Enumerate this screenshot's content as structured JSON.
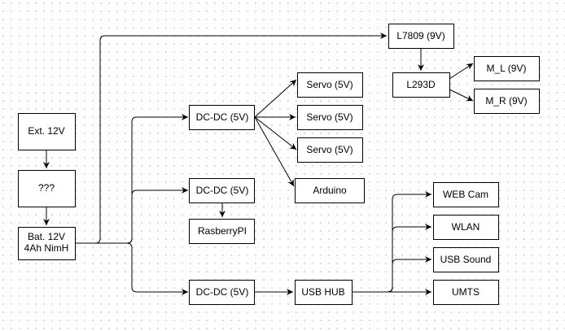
{
  "nodes": {
    "ext": "Ext. 12V",
    "unknown": "???",
    "battery_line1": "Bat. 12V",
    "battery_line2": "4Ah NimH",
    "dcdc1": "DC-DC (5V)",
    "dcdc2": "DC-DC (5V)",
    "dcdc3": "DC-DC (5V)",
    "rpi": "RasberryPI",
    "servo1": "Servo (5V)",
    "servo2": "Servo (5V)",
    "servo3": "Servo (5V)",
    "arduino": "Arduino",
    "l7809": "L7809 (9V)",
    "l293d": "L293D",
    "ml": "M_L (9V)",
    "mr": "M_R (9V)",
    "usbhub": "USB HUB",
    "webcam": "WEB Cam",
    "wlan": "WLAN",
    "usbsound": "USB Sound",
    "umts": "UMTS"
  }
}
